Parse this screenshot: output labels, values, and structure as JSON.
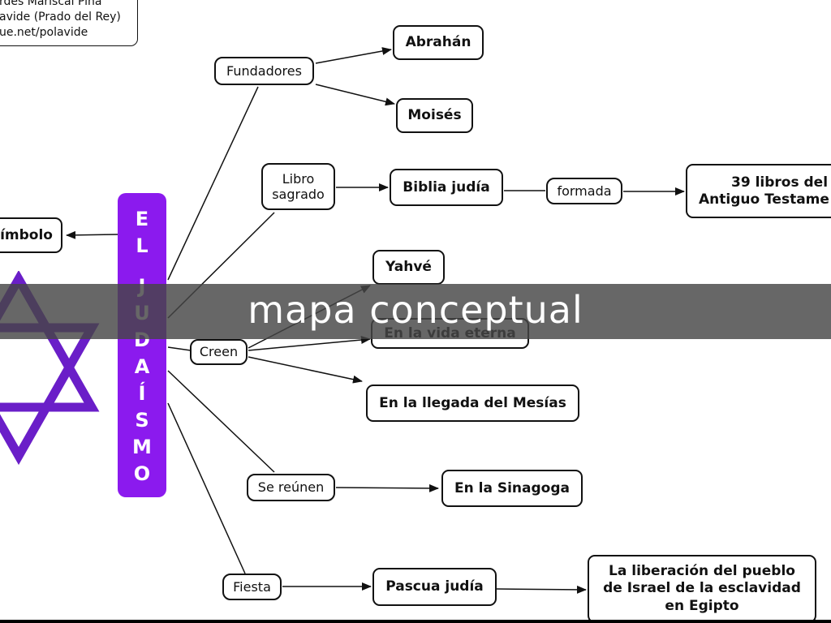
{
  "credit": {
    "line1": "rdes Mariscal Piña",
    "line2": "avide (Prado del Rey)",
    "line3": "ue.net/polavide"
  },
  "title_letters": [
    "E",
    "L",
    "J",
    "U",
    "D",
    "A",
    "Í",
    "S",
    "M",
    "O"
  ],
  "nodes": {
    "simbolo": "ímbolo",
    "fundadores": "Fundadores",
    "abrahan": "Abrahán",
    "moises": "Moisés",
    "libro_sagrado_1": "Libro",
    "libro_sagrado_2": "sagrado",
    "biblia": "Biblia judía",
    "formada": "formada",
    "libros_1": "39 libros del",
    "libros_2": "Antiguo Testame",
    "yahve": "Yahvé",
    "creen": "Creen",
    "vida_eterna": "En la vida eterna",
    "mesias": "En la llegada del Mesías",
    "se_reunen": "Se reúnen",
    "sinagoga": "En la Sinagoga",
    "fiesta": "Fiesta",
    "pascua": "Pascua judía",
    "liberacion_1": "La liberación del pueblo",
    "liberacion_2": "de Israel de la esclavidad",
    "liberacion_3": "en Egipto"
  },
  "banner": {
    "text": "mapa conceptual"
  },
  "colors": {
    "title_bg": "#8b1aee",
    "star": "#6a1ec8",
    "banner_bg": "#464646"
  }
}
